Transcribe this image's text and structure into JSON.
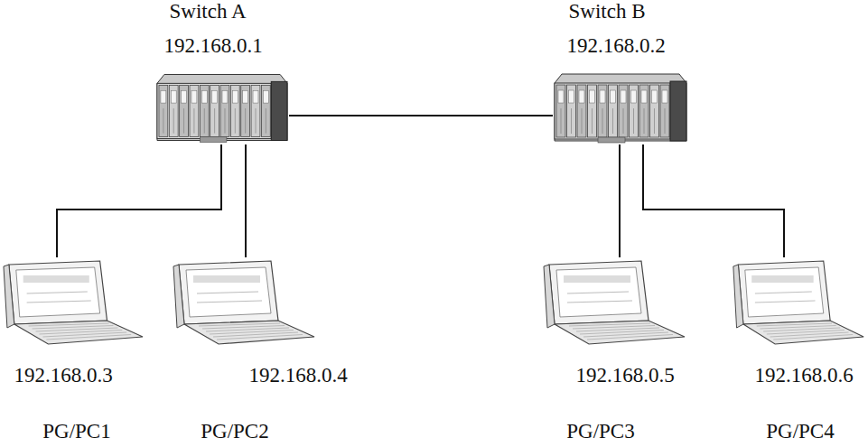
{
  "diagram": {
    "nodes": [
      {
        "text": [
          "Switch A",
          "192.168.0.1"
        ]
      },
      {
        "text": [
          "Switch B",
          "192.168.0.2"
        ]
      },
      {
        "text": [
          "192.168.0.3",
          "PG/PC1"
        ]
      },
      {
        "text": [
          "192.168.0.4",
          "PG/PC2"
        ]
      },
      {
        "text": [
          "192.168.0.5",
          "PG/PC3"
        ]
      },
      {
        "text": [
          "192.168.0.6",
          "PG/PC4"
        ]
      }
    ],
    "edges": [
      {
        "from": 0,
        "to": 1,
        "arrow": "none"
      },
      {
        "from": 0,
        "to": 2,
        "arrow": "none"
      },
      {
        "from": 0,
        "to": 3,
        "arrow": "none"
      },
      {
        "from": 1,
        "to": 4,
        "arrow": "none"
      },
      {
        "from": 1,
        "to": 5,
        "arrow": "none"
      }
    ]
  }
}
